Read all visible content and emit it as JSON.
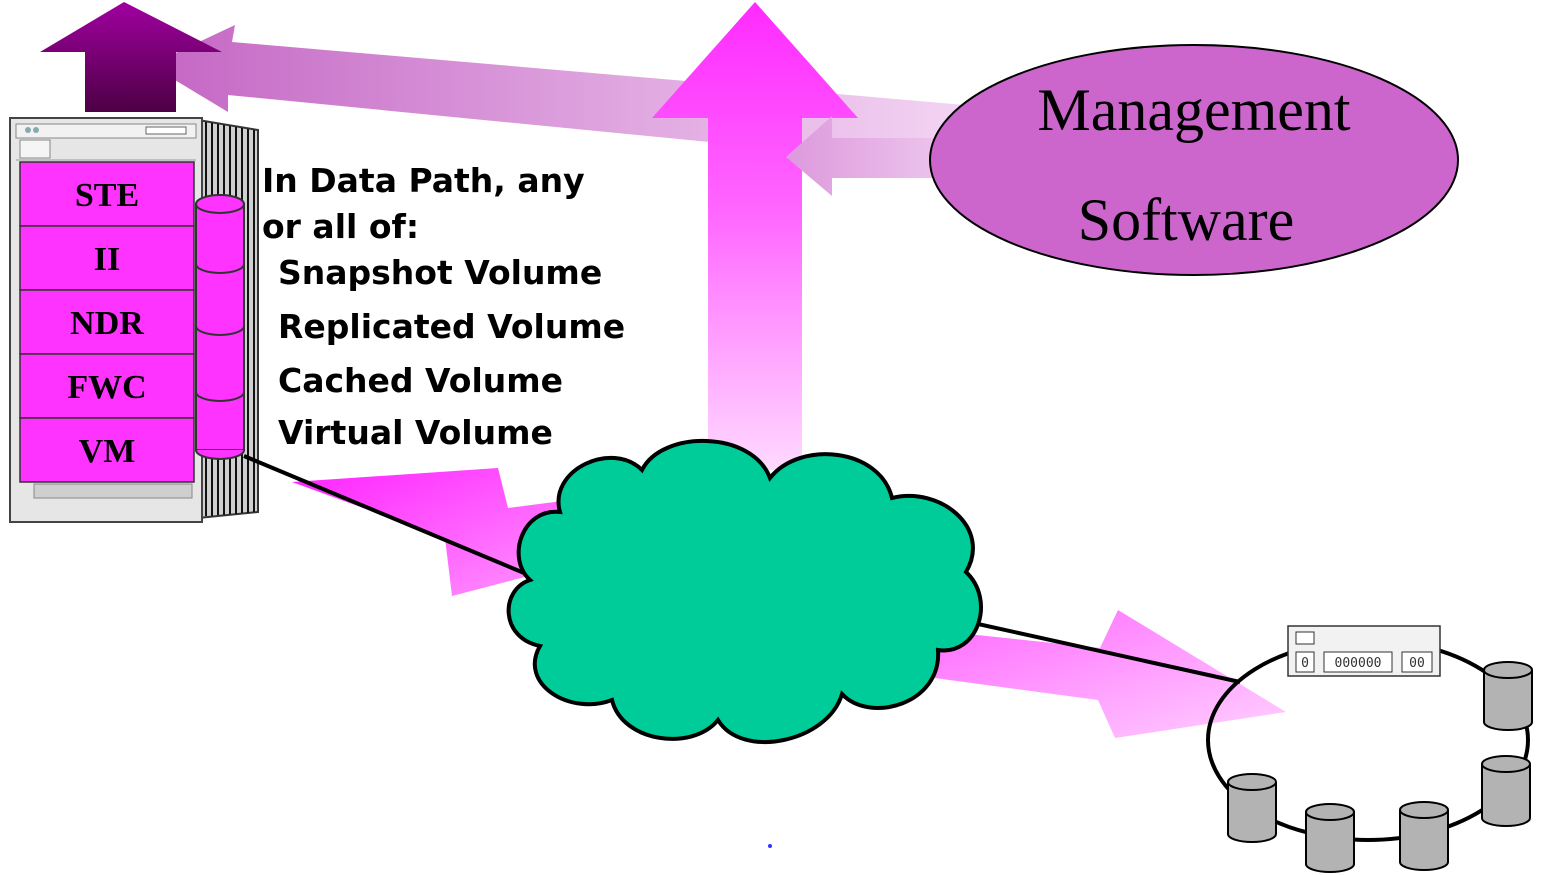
{
  "server": {
    "layers": [
      {
        "label": "STE"
      },
      {
        "label": "II"
      },
      {
        "label": "NDR"
      },
      {
        "label": "FWC"
      },
      {
        "label": "VM"
      }
    ]
  },
  "datapath": {
    "heading_line1": "In Data Path, any",
    "heading_line2": "or all of:",
    "items": [
      {
        "label": "Snapshot Volume"
      },
      {
        "label": "Replicated Volume"
      },
      {
        "label": "Cached Volume"
      },
      {
        "label": "Virtual Volume"
      }
    ]
  },
  "management": {
    "line1": "Management",
    "line2": "Software"
  },
  "storage_panel": {
    "slot1": "0",
    "slot2": "000000",
    "slot3": "00"
  },
  "colors": {
    "magenta": "#ff33ff",
    "light_pink": "#ffb3ff",
    "dark_purple": "#7a0070",
    "cloud_green": "#00cc99",
    "management_fill": "#cc66cc",
    "cylinder_gray": "#b3b3b3"
  },
  "icons": {
    "server": "server-rack-icon",
    "cloud": "network-cloud-icon",
    "storage_ring": "storage-ring-icon",
    "disk": "disk-cylinder-icon"
  }
}
